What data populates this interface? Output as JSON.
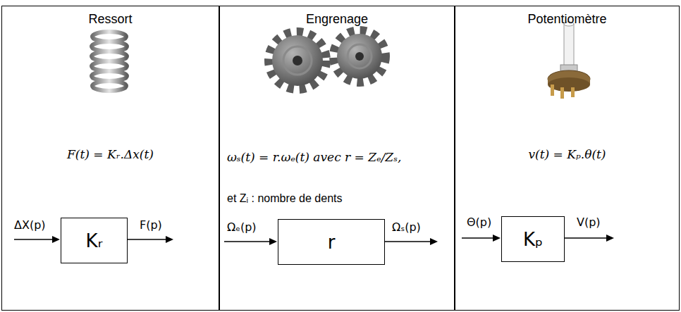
{
  "diagram": {
    "nodes": [
      {
        "text": [
          "Ressort",
          "F(t) = Kᵣ.Δx(t)"
        ]
      },
      {
        "text": [
          "Engrenage",
          "ωₛ(t) = r.ωₑ(t) avec r = Zₑ/Zₛ,",
          "et Zᵢ : nombre de dents"
        ]
      },
      {
        "text": [
          "Potentiomètre",
          "v(t) = Kₚ.θ(t)"
        ]
      },
      {
        "text": [
          "Kᵣ"
        ],
        "in": 0
      },
      {
        "text": [
          "r"
        ],
        "in": 1
      },
      {
        "text": [
          "Kₚ"
        ],
        "in": 2
      }
    ],
    "labels": [
      "ΔX(p)",
      "F(p)",
      "Ωₑ(p)",
      "Ωₛ(p)",
      "Θ(p)",
      "V(p)"
    ]
  }
}
